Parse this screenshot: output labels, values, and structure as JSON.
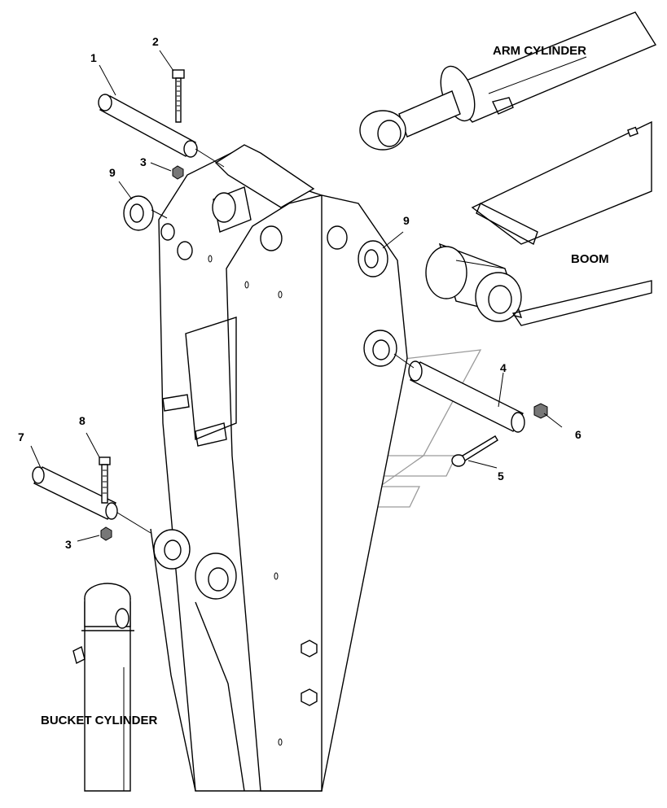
{
  "labels": {
    "arm_cylinder": "ARM CYLINDER",
    "boom": "BOOM",
    "bucket_cylinder": "BUCKET CYLINDER"
  },
  "callouts": {
    "c1": "1",
    "c2": "2",
    "c3a": "3",
    "c3b": "3",
    "c4": "4",
    "c5": "5",
    "c6": "6",
    "c7": "7",
    "c8": "8",
    "c9a": "9",
    "c9b": "9"
  },
  "colors": {
    "line": "#000000",
    "background": "#ffffff",
    "watermark": "#9a9a9a"
  }
}
